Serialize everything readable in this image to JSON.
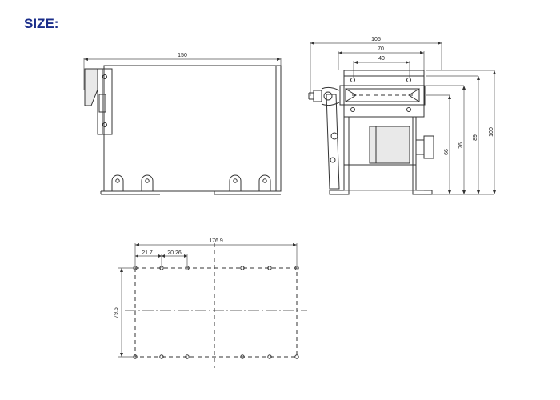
{
  "heading": "SIZE:",
  "dimensions": {
    "side_width": "150",
    "front_105": "105",
    "front_70": "70",
    "front_40": "40",
    "front_66": "66",
    "front_76": "76",
    "front_89": "89",
    "front_100": "100",
    "plan_width": "176.9",
    "plan_21_7": "21.7",
    "plan_20_26": "20.26",
    "plan_height": "79.5"
  },
  "colors": {
    "heading": "#1a2d8a",
    "lines": "#333333"
  }
}
